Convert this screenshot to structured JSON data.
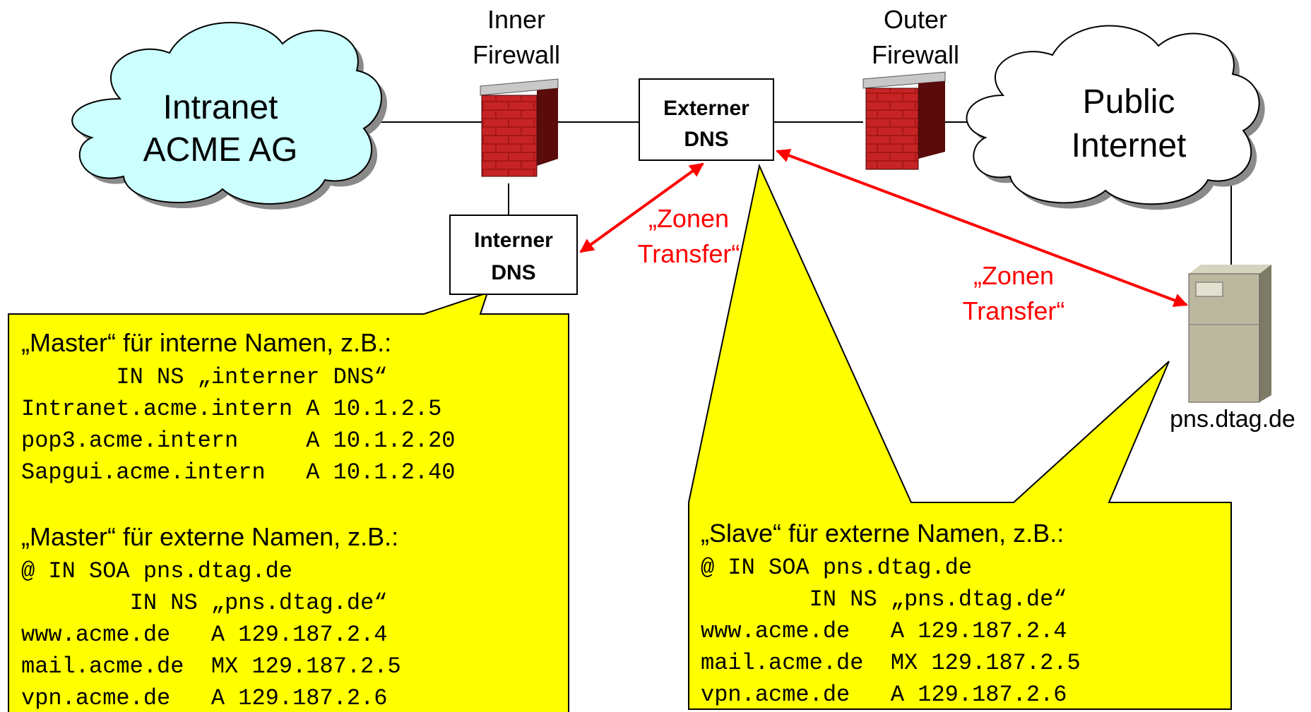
{
  "intranet": {
    "line1": "Intranet",
    "line2": "ACME AG"
  },
  "internet": {
    "line1": "Public",
    "line2": "Internet"
  },
  "inner_firewall": {
    "line1": "Inner",
    "line2": "Firewall"
  },
  "outer_firewall": {
    "line1": "Outer",
    "line2": "Firewall"
  },
  "external_dns": {
    "line1": "Externer",
    "line2": "DNS"
  },
  "internal_dns": {
    "line1": "Interner",
    "line2": "DNS"
  },
  "transfer_left": {
    "line1": "„Zonen",
    "line2": "Transfer“"
  },
  "transfer_right": {
    "line1": "„Zonen",
    "line2": "Transfer“"
  },
  "server": {
    "label": "pns.dtag.de"
  },
  "master_callout": {
    "heading1": "„Master“ für interne Namen, z.B.:",
    "lines1": [
      "       IN NS „interner DNS“",
      "Intranet.acme.intern A 10.1.2.5",
      "pop3.acme.intern     A 10.1.2.20",
      "Sapgui.acme.intern   A 10.1.2.40"
    ],
    "heading2": "„Master“ für externe Namen, z.B.:",
    "lines2": [
      "@ IN SOA pns.dtag.de",
      "        IN NS „pns.dtag.de“",
      "www.acme.de   A 129.187.2.4",
      "mail.acme.de  MX 129.187.2.5",
      "vpn.acme.de   A 129.187.2.6"
    ]
  },
  "slave_callout": {
    "heading": "„Slave“ für externe Namen, z.B.:",
    "lines": [
      "@ IN SOA pns.dtag.de",
      "        IN NS „pns.dtag.de“",
      "www.acme.de   A 129.187.2.4",
      "mail.acme.de  MX 129.187.2.5",
      "vpn.acme.de   A 129.187.2.6"
    ]
  },
  "colors": {
    "intranet_cloud": "#ccffff",
    "internet_cloud": "#ffffff",
    "callout": "#ffff00",
    "arrow": "#ff0000",
    "brick": "#b51c1c"
  }
}
